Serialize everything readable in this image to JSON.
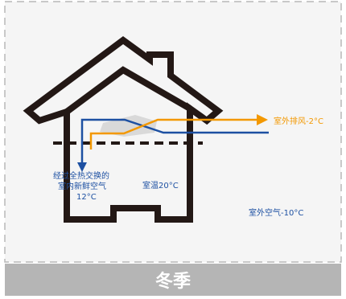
{
  "labels": {
    "exhaust": "室外排风-2°C",
    "supply_line1": "经过全热交换的",
    "supply_line2": "室内新鲜空气",
    "supply_temp": "12°C",
    "indoor": "室温20°C",
    "outdoor": "室外空气-10°C"
  },
  "footer": {
    "season": "冬季"
  },
  "colors": {
    "background": "#f5f5f5",
    "border_dash": "#b8b8b8",
    "house": "#231815",
    "exhaust_arrow": "#f39800",
    "supply_arrow": "#1d50a2",
    "label_blue": "#1d50a2",
    "footer_bg": "#b5b5b5",
    "footer_text": "#ffffff",
    "exchanger": "#d9d9d9"
  }
}
